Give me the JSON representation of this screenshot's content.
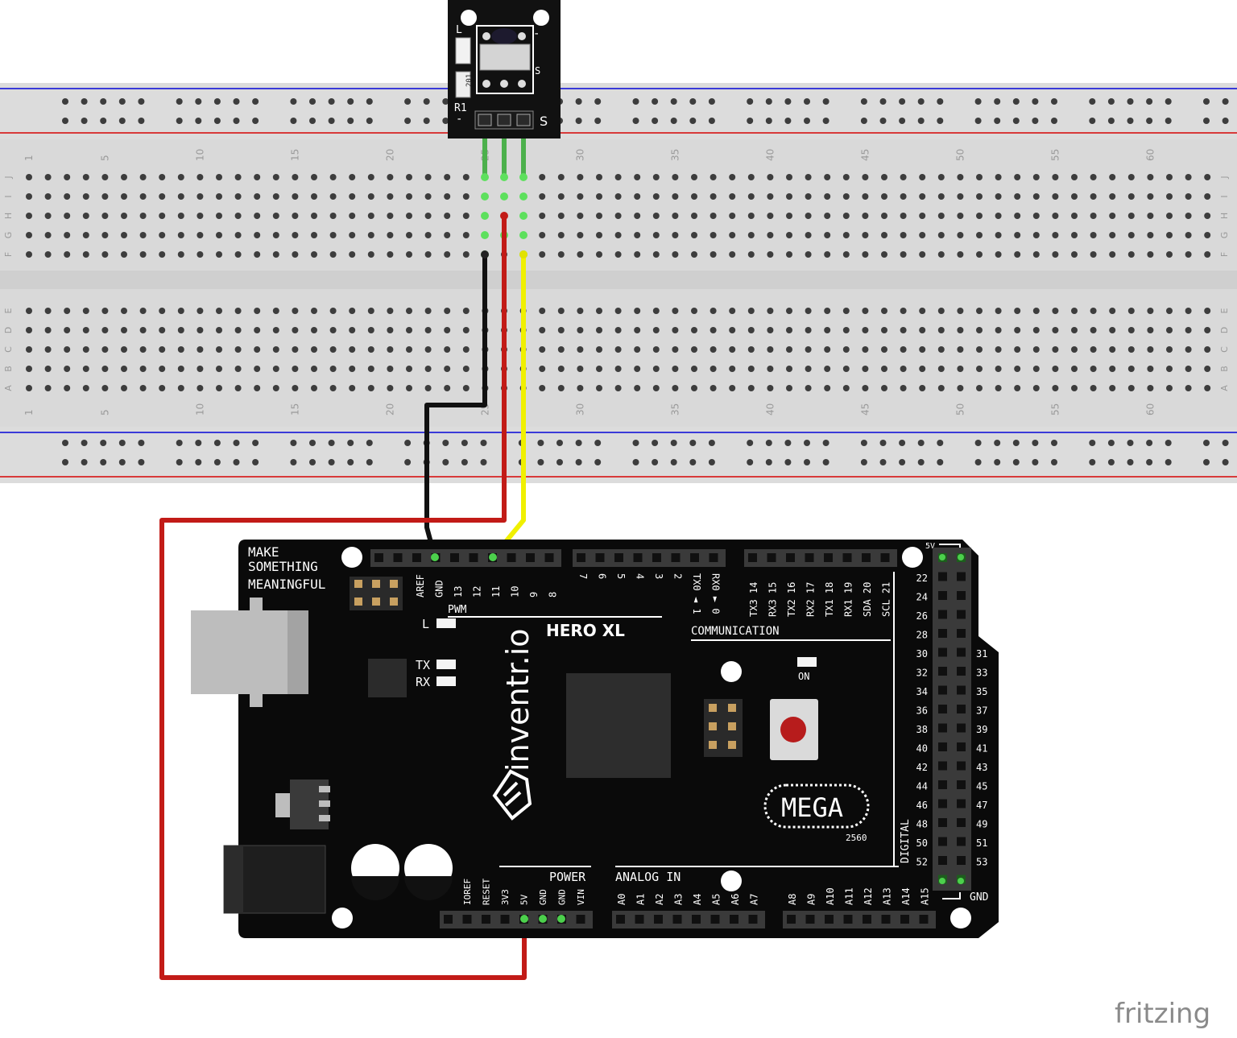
{
  "breadboard": {
    "columns": 63,
    "column_labels": [
      "1",
      "5",
      "10",
      "15",
      "20",
      "25",
      "30",
      "35",
      "40",
      "45",
      "50",
      "55",
      "60"
    ],
    "rows_top": [
      "J",
      "I",
      "H",
      "G",
      "F"
    ],
    "rows_bottom": [
      "E",
      "D",
      "C",
      "B",
      "A"
    ]
  },
  "ir_module": {
    "label_l": "L",
    "label_s": "S",
    "label_r1": "R1",
    "label_minus": "-",
    "resistor_code": "201",
    "pin_s": "S",
    "pin_minus": "-"
  },
  "board": {
    "name": "HERO XL",
    "brand": "inventr.io",
    "slogan": [
      "MAKE",
      "SOMETHING",
      "MEANINGFUL"
    ],
    "mega_badge": "MEGA",
    "chip_code": "2560",
    "led_l": "L",
    "led_tx": "TX",
    "led_rx": "RX",
    "led_on": "ON",
    "section_pwm": "PWM",
    "section_comm": "COMMUNICATION",
    "section_power": "POWER",
    "section_analog": "ANALOG IN",
    "section_digital": "DIGITAL",
    "label_5v": "5V",
    "label_gnd": "GND",
    "top_pins_a": [
      "AREF",
      "GND",
      "13",
      "12",
      "11",
      "10",
      "9",
      "8"
    ],
    "top_pins_b": [
      "7",
      "6",
      "5",
      "4",
      "3",
      "2",
      "TX0 ◄ 1",
      "RX0 ► 0"
    ],
    "top_pins_c": [
      "TX3 14",
      "RX3 15",
      "TX2 16",
      "RX2 17",
      "TX1 18",
      "RX1 19",
      "SDA 20",
      "SCL 21"
    ],
    "power_pins": [
      "IOREF",
      "RESET",
      "3V3",
      "5V",
      "GND",
      "GND",
      "VIN"
    ],
    "analog_pins": [
      "A0",
      "A1",
      "A2",
      "A3",
      "A4",
      "A5",
      "A6",
      "A7"
    ],
    "analog_pins_b": [
      "A8",
      "A9",
      "A10",
      "A11",
      "A12",
      "A13",
      "A14",
      "A15"
    ],
    "digital_left": [
      "22",
      "24",
      "26",
      "28",
      "30",
      "32",
      "34",
      "36",
      "38",
      "40",
      "42",
      "44",
      "46",
      "48",
      "50",
      "52"
    ],
    "digital_right": [
      "31",
      "33",
      "35",
      "37",
      "39",
      "41",
      "43",
      "45",
      "47",
      "49",
      "51",
      "53"
    ]
  },
  "wires": [
    {
      "from": "module -",
      "to": "GND",
      "color": "#111111"
    },
    {
      "from": "module +",
      "to": "5V",
      "color": "#c21b17"
    },
    {
      "from": "module S",
      "to": "11",
      "color": "#f0f000"
    }
  ],
  "watermark": "fritzing"
}
